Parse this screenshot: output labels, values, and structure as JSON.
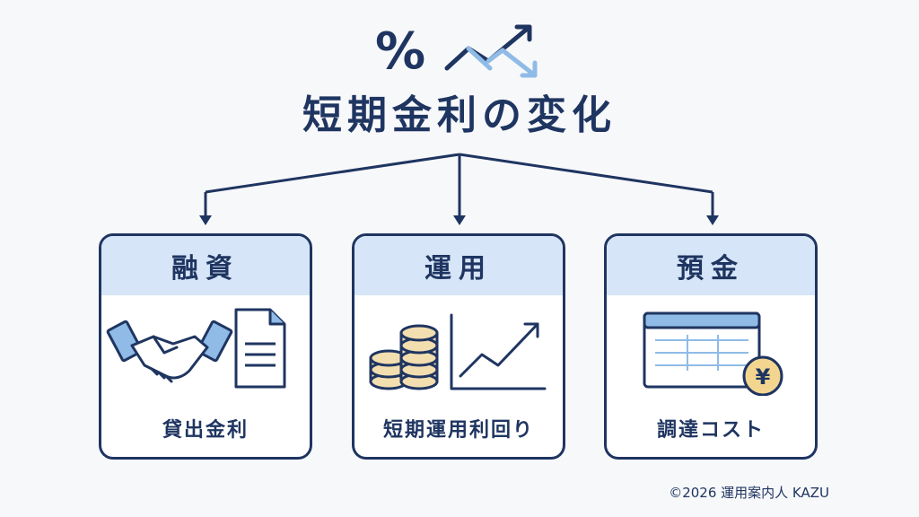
{
  "header": {
    "percent_icon": "percent-icon",
    "trend_icon": "trend-arrows-icon",
    "title": "短期金利の変化"
  },
  "cards": [
    {
      "heading": "融資",
      "label": "貸出金利",
      "icons": [
        "handshake-icon",
        "document-icon"
      ]
    },
    {
      "heading": "運用",
      "label": "短期運用利回り",
      "icons": [
        "coin-stack-icon",
        "rising-chart-icon"
      ]
    },
    {
      "heading": "預金",
      "label": "調達コスト",
      "icons": [
        "bankbook-icon",
        "yen-coin-icon"
      ]
    }
  ],
  "yen_symbol": "¥",
  "footer": {
    "copyright": "©2026 運用案内人 KAZU"
  },
  "colors": {
    "navy": "#1f3561",
    "light_blue": "#d6e5f7",
    "sky": "#8fbbe6",
    "coin": "#f3deb0",
    "yen_coin": "#f2d690"
  }
}
